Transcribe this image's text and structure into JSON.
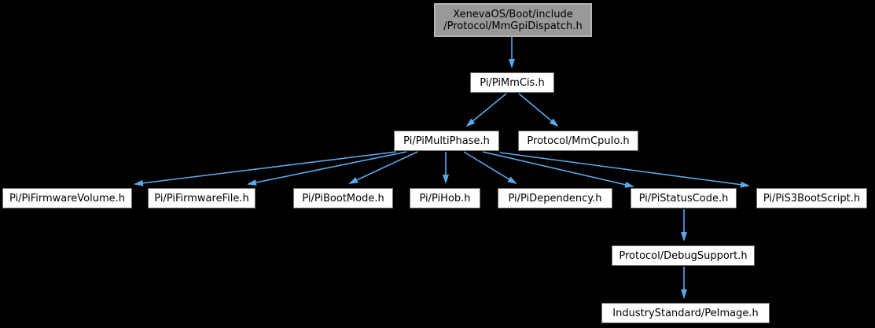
{
  "diagram": {
    "type": "include-dependency-graph",
    "background_color": "#000000",
    "edge_color": "#5BA9EC",
    "node_fill": "#FFFFFF",
    "node_border_color": "#6E6E6E",
    "root_node_fill": "#999999",
    "root_node_border_color": "#B3B3B3",
    "text_color": "#000000",
    "root": {
      "lines": [
        "XenevaOS/Boot/include",
        "/Protocol/MmGpiDispatch.h"
      ]
    },
    "nodes": {
      "pimmcis": {
        "label": "Pi/PiMmCis.h"
      },
      "pimultiphase": {
        "label": "Pi/PiMultiPhase.h"
      },
      "mmcpuio": {
        "label": "Protocol/MmCpuIo.h"
      },
      "pifirmwarevolume": {
        "label": "Pi/PiFirmwareVolume.h"
      },
      "pifirmwarefile": {
        "label": "Pi/PiFirmwareFile.h"
      },
      "pibootmode": {
        "label": "Pi/PiBootMode.h"
      },
      "pihob": {
        "label": "Pi/PiHob.h"
      },
      "pidependency": {
        "label": "Pi/PiDependency.h"
      },
      "pistatuscode": {
        "label": "Pi/PiStatusCode.h"
      },
      "pis3bootscript": {
        "label": "Pi/PiS3BootScript.h"
      },
      "debugsupport": {
        "label": "Protocol/DebugSupport.h"
      },
      "peimage": {
        "label": "IndustryStandard/PeImage.h"
      }
    },
    "edges": [
      {
        "from": "XenevaOS/Boot/include/Protocol/MmGpiDispatch.h",
        "to": "Pi/PiMmCis.h"
      },
      {
        "from": "Pi/PiMmCis.h",
        "to": "Pi/PiMultiPhase.h"
      },
      {
        "from": "Pi/PiMmCis.h",
        "to": "Protocol/MmCpuIo.h"
      },
      {
        "from": "Pi/PiMultiPhase.h",
        "to": "Pi/PiFirmwareVolume.h"
      },
      {
        "from": "Pi/PiMultiPhase.h",
        "to": "Pi/PiFirmwareFile.h"
      },
      {
        "from": "Pi/PiMultiPhase.h",
        "to": "Pi/PiBootMode.h"
      },
      {
        "from": "Pi/PiMultiPhase.h",
        "to": "Pi/PiHob.h"
      },
      {
        "from": "Pi/PiMultiPhase.h",
        "to": "Pi/PiDependency.h"
      },
      {
        "from": "Pi/PiMultiPhase.h",
        "to": "Pi/PiStatusCode.h"
      },
      {
        "from": "Pi/PiMultiPhase.h",
        "to": "Pi/PiS3BootScript.h"
      },
      {
        "from": "Pi/PiStatusCode.h",
        "to": "Protocol/DebugSupport.h"
      },
      {
        "from": "Protocol/DebugSupport.h",
        "to": "IndustryStandard/PeImage.h"
      }
    ]
  }
}
